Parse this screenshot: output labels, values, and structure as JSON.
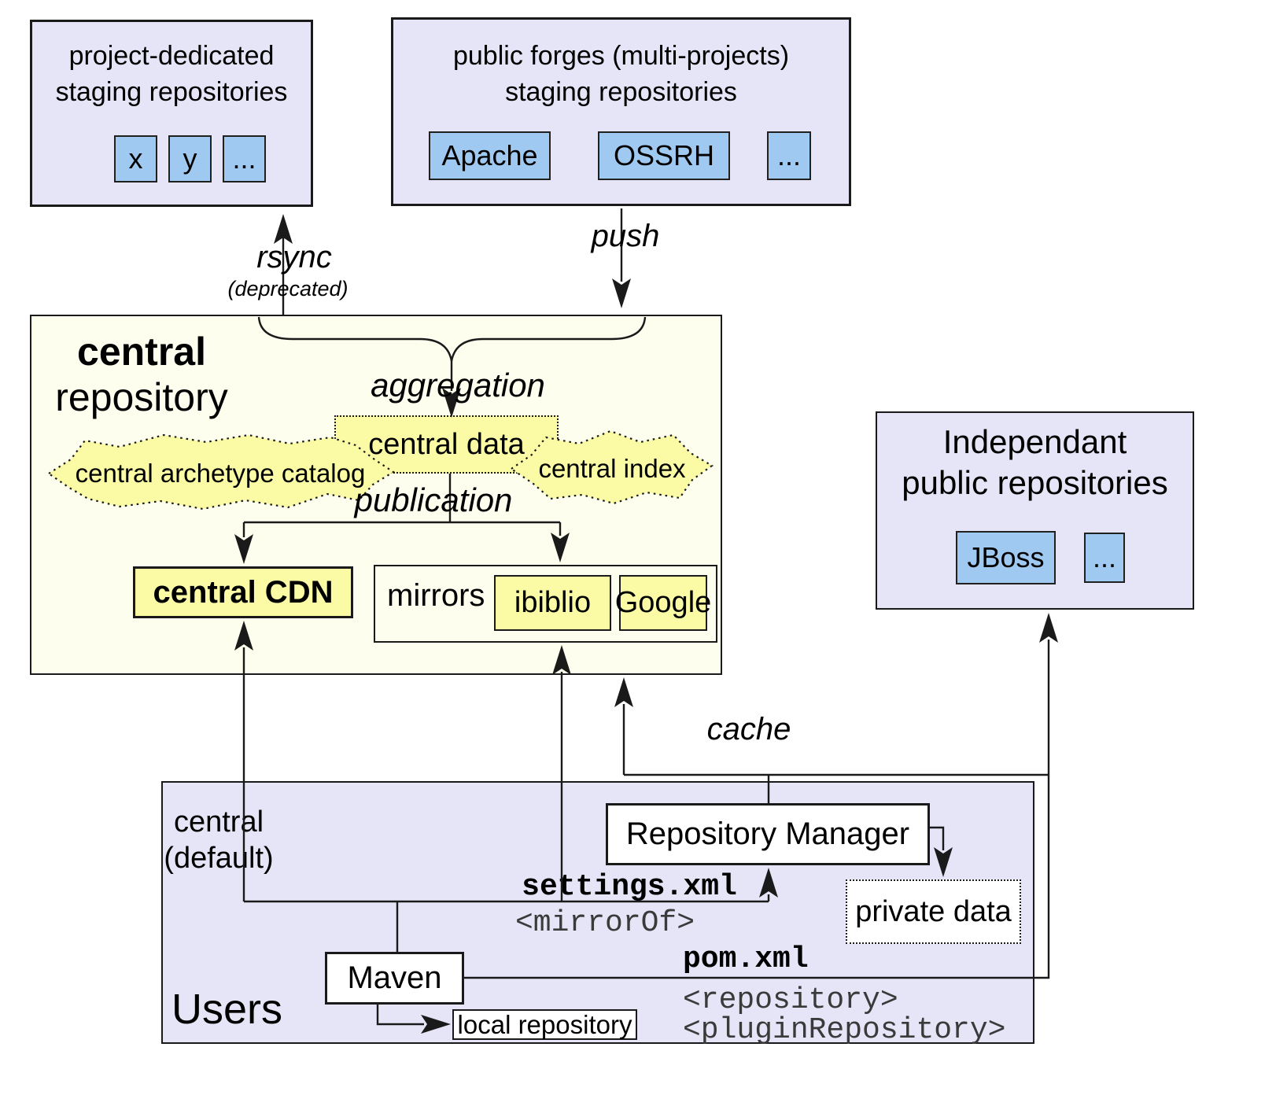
{
  "diagram": {
    "colors": {
      "lavender": "#e6e4f7",
      "cream": "#fdfeee",
      "yellow": "#fbfba6",
      "blue": "#9fc9f1",
      "border": "#1a1a1a",
      "mono_gray": "#3a3a3a"
    },
    "project_staging": {
      "title_line1": "project-dedicated",
      "title_line2": "staging repositories",
      "items": [
        "x",
        "y",
        "..."
      ]
    },
    "public_forges": {
      "title_line1": "public forges (multi-projects)",
      "title_line2": "staging repositories",
      "items": [
        "Apache",
        "OSSRH",
        "..."
      ]
    },
    "central_repository": {
      "title_line1": "central",
      "title_line2": "repository",
      "central_data": "central data",
      "archetype_catalog": "central archetype catalog",
      "central_index": "central index",
      "central_cdn": "central CDN",
      "mirrors_label": "mirrors",
      "mirror_items": [
        "ibiblio",
        "Google"
      ]
    },
    "independent_repos": {
      "title_line1": "Independant",
      "title_line2": "public repositories",
      "items": [
        "JBoss",
        "..."
      ]
    },
    "users": {
      "title": "Users",
      "central_default_line1": "central",
      "central_default_line2": "(default)",
      "repository_manager": "Repository Manager",
      "private_data": "private data",
      "maven": "Maven",
      "local_repository": "local repository",
      "settings_xml": "settings.xml",
      "mirror_of": "<mirrorOf>",
      "pom_xml": "pom.xml",
      "repository_tag": "<repository>",
      "plugin_repository_tag": "<pluginRepository>"
    },
    "edges": {
      "rsync": "rsync",
      "rsync_note": "(deprecated)",
      "push": "push",
      "aggregation": "aggregation",
      "publication": "publication",
      "cache": "cache"
    }
  }
}
